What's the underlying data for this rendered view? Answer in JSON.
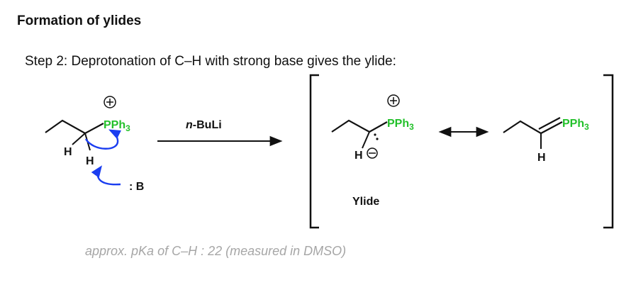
{
  "heading": "Formation of ylides",
  "step_text": "Step 2:  Deprotonation of C–H with strong base gives the ylide:",
  "reagent": {
    "prefix": "n",
    "suffix": "-BuLi"
  },
  "atoms": {
    "phosphonium": "PPh",
    "subscript": "3",
    "hydrogen": "H",
    "base": ": B"
  },
  "ylide_label": "Ylide",
  "pka_note": "approx. pKa of C–H : 22 (measured in DMSO)",
  "colors": {
    "phosphorus": "#22c02a",
    "curved_arrows": "#1a3df0",
    "note_text": "#a6a6a6",
    "bonds": "#111111"
  },
  "icons": [
    "plus-charge-icon",
    "minus-charge-icon",
    "curved-arrow-icon",
    "reaction-arrow-icon",
    "resonance-arrow-icon",
    "bracket-icon"
  ]
}
